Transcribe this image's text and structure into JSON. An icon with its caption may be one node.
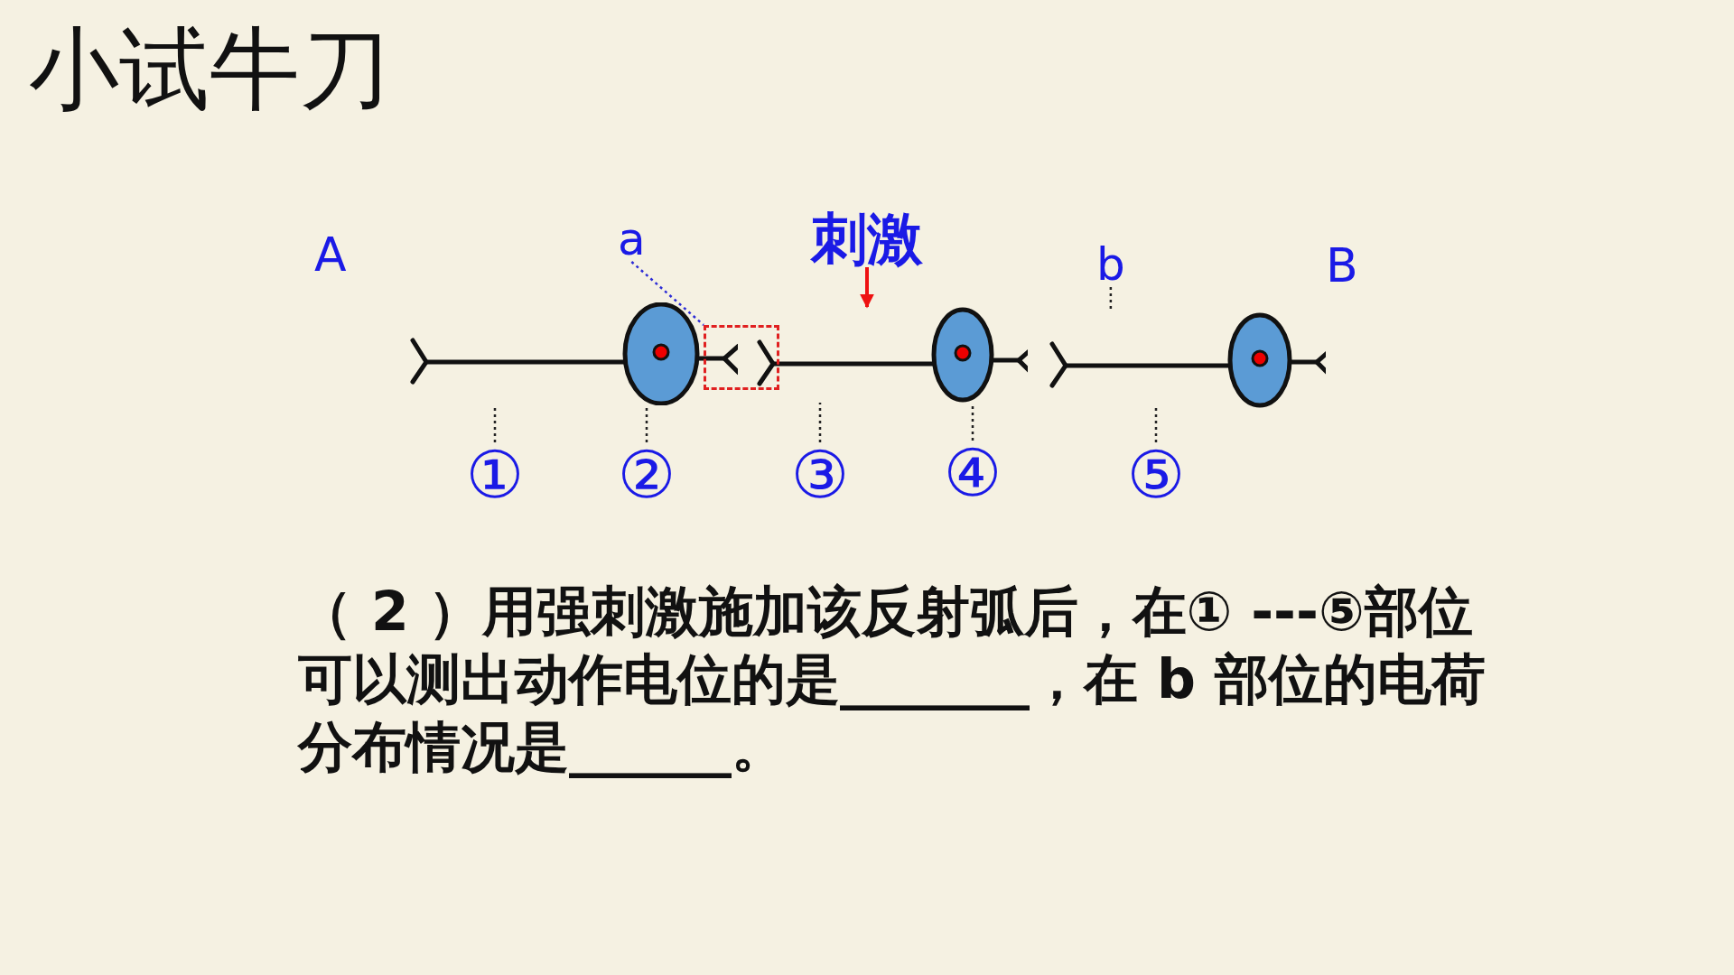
{
  "diagram": {
    "title": "小试牛刀",
    "nodes": [
      {
        "text": [
          "a"
        ]
      },
      {
        "text": [
          "刺激"
        ]
      },
      {
        "text": [
          "b"
        ]
      },
      {
        "text": [],
        "shape": "neuron"
      },
      {
        "text": [],
        "shape": "box"
      },
      {
        "text": [],
        "shape": "neuron"
      },
      {
        "text": [],
        "shape": "neuron"
      },
      {
        "text": [
          "①"
        ]
      },
      {
        "text": [
          "②"
        ]
      },
      {
        "text": [
          "③"
        ]
      },
      {
        "text": [
          "④"
        ]
      },
      {
        "text": [
          "⑤"
        ]
      }
    ],
    "edges": [
      {
        "from": 0,
        "to": 4,
        "arrow": "none",
        "style": "dashed",
        "color": "#2b2bd6"
      },
      {
        "from": 1,
        "to": 5,
        "arrow": "to",
        "color": "#ee1111"
      },
      {
        "from": 2,
        "to": 6,
        "arrow": "none",
        "style": "dashed"
      },
      {
        "from": 7,
        "to": 3,
        "arrow": "none",
        "style": "dashed"
      },
      {
        "from": 8,
        "to": 3,
        "arrow": "none",
        "style": "dashed"
      },
      {
        "from": 9,
        "to": 5,
        "arrow": "none",
        "style": "dashed"
      },
      {
        "from": 10,
        "to": 5,
        "arrow": "none",
        "style": "dashed"
      },
      {
        "from": 11,
        "to": 6,
        "arrow": "none",
        "style": "dashed"
      }
    ],
    "labels": [
      "A",
      "B",
      "（ 2 ）用强刺激施加该反射弧后，在① ---⑤部位可以测出动作电位的是_______，在 b 部位的电荷分布情况是______。"
    ]
  }
}
